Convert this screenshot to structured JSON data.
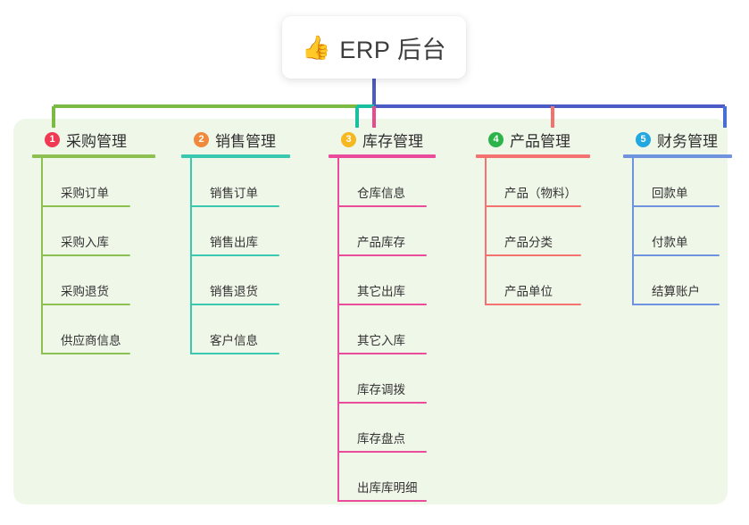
{
  "root": {
    "icon": "thumbs-up-icon",
    "icon_glyph": "👍",
    "title": "ERP 后台"
  },
  "panel": {
    "background_color": "#eff7e9"
  },
  "connector": {
    "trunk_color": "#4a5bc4",
    "segment_colors": [
      "#7bbb44",
      "#18bfa0",
      "#4a5bc4",
      "#4a5bc4"
    ],
    "stub_colors": [
      "#7bbb44",
      "#18bfa0",
      "#e8498f",
      "#f2726f",
      "#4a6fd4"
    ]
  },
  "columns": [
    {
      "number": "1",
      "badge_color": "#ef3a52",
      "line_color": "#8cc152",
      "title": "采购管理",
      "items": [
        {
          "label": "采购订单"
        },
        {
          "label": "采购入库"
        },
        {
          "label": "采购退货"
        },
        {
          "label": "供应商信息"
        }
      ]
    },
    {
      "number": "2",
      "badge_color": "#f0893b",
      "line_color": "#3bc8b0",
      "title": "销售管理",
      "items": [
        {
          "label": "销售订单"
        },
        {
          "label": "销售出库"
        },
        {
          "label": "销售退货"
        },
        {
          "label": "客户信息"
        }
      ]
    },
    {
      "number": "3",
      "badge_color": "#f5b820",
      "line_color": "#ea4c9b",
      "title": "库存管理",
      "items": [
        {
          "label": "仓库信息"
        },
        {
          "label": "产品库存"
        },
        {
          "label": "其它出库"
        },
        {
          "label": "其它入库"
        },
        {
          "label": "库存调拨"
        },
        {
          "label": "库存盘点"
        },
        {
          "label": "出库库明细"
        }
      ]
    },
    {
      "number": "4",
      "badge_color": "#2cb34a",
      "line_color": "#f4726f",
      "title": "产品管理",
      "items": [
        {
          "label": "产品（物料）"
        },
        {
          "label": "产品分类"
        },
        {
          "label": "产品单位"
        }
      ]
    },
    {
      "number": "5",
      "badge_color": "#22a7e0",
      "line_color": "#6f93de",
      "title": "财务管理",
      "items": [
        {
          "label": "回款单"
        },
        {
          "label": "付款单"
        },
        {
          "label": "结算账户"
        }
      ]
    }
  ]
}
